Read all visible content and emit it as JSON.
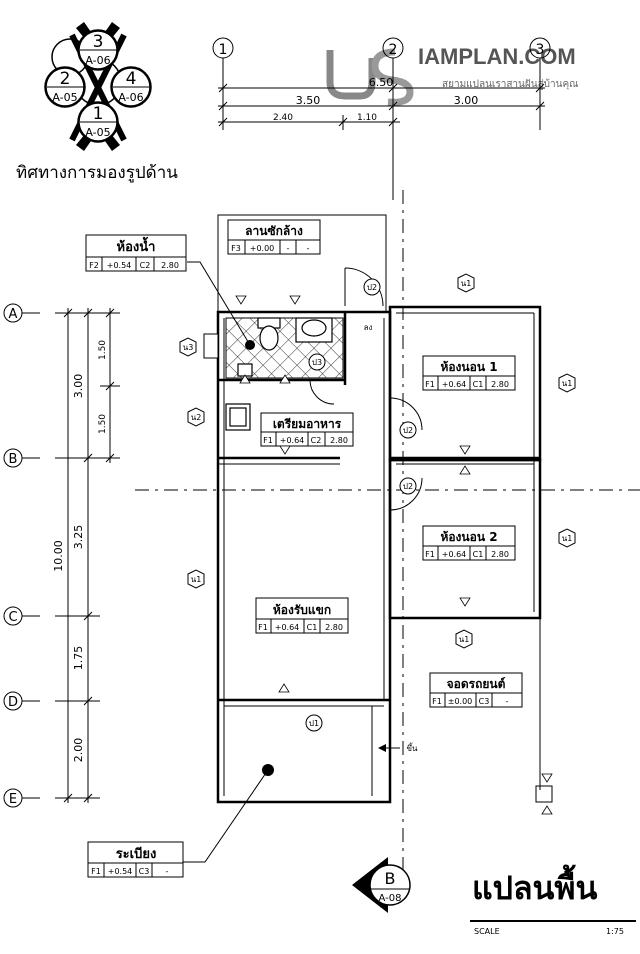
{
  "logo": {
    "brand": "IAMPLAN.COM",
    "tagline": "สยามแปลนเราสานฝันสู่บ้านคุณ"
  },
  "elevation_key": {
    "caption": "ทิศทางการมองรูปด้าน",
    "top": {
      "num": "3",
      "ref": "A-06"
    },
    "left": {
      "num": "2",
      "ref": "A-05"
    },
    "right": {
      "num": "4",
      "ref": "A-06"
    },
    "bottom": {
      "num": "1",
      "ref": "A-05"
    }
  },
  "grid_cols": [
    "1",
    "2",
    "3"
  ],
  "grid_rows": [
    "A",
    "B",
    "C",
    "D",
    "E"
  ],
  "dims_top": {
    "total": "6.50",
    "left": "3.50",
    "right": "3.00",
    "sub_a": "2.40",
    "sub_b": "1.10"
  },
  "dims_left": {
    "total": "10.00",
    "ab": "3.00",
    "ab_1": "1.50",
    "ab_2": "1.50",
    "bc": "3.25",
    "cd": "1.75",
    "de": "2.00"
  },
  "rooms": {
    "laundry": {
      "name": "ลานซักล้าง",
      "floor": "F3",
      "level": "+0.00",
      "ceil": "-",
      "height": "-"
    },
    "bath": {
      "name": "ห้องน้ำ",
      "floor": "F2",
      "level": "+0.54",
      "ceil": "C2",
      "height": "2.80"
    },
    "kitchen": {
      "name": "เตรียมอาหาร",
      "floor": "F1",
      "level": "+0.64",
      "ceil": "C2",
      "height": "2.80"
    },
    "bed1": {
      "name": "ห้องนอน 1",
      "floor": "F1",
      "level": "+0.64",
      "ceil": "C1",
      "height": "2.80"
    },
    "bed2": {
      "name": "ห้องนอน 2",
      "floor": "F1",
      "level": "+0.64",
      "ceil": "C1",
      "height": "2.80"
    },
    "living": {
      "name": "ห้องรับแขก",
      "floor": "F1",
      "level": "+0.64",
      "ceil": "C1",
      "height": "2.80"
    },
    "garage": {
      "name": "จอดรถยนต์",
      "floor": "F1",
      "level": "±0.00",
      "ceil": "C3",
      "height": "-"
    },
    "terrace": {
      "name": "ระเบียง",
      "floor": "F1",
      "level": "+0.54",
      "ceil": "C3",
      "height": "-"
    }
  },
  "tags": {
    "door_p1": "ป1",
    "door_p2": "ป2",
    "door_p3": "ป3",
    "window_n1": "น1",
    "window_n2": "น2",
    "window_n3": "น3",
    "down": "ลง",
    "up": "ขึ้น",
    "wall_1": "1",
    "wall_2": "2"
  },
  "section_marker": {
    "letter": "B",
    "ref": "A-08"
  },
  "title": {
    "text": "แปลนพื้น",
    "scale_label": "SCALE",
    "scale_value": "1:75"
  },
  "colors": {
    "line": "#000000",
    "logo": "#555555",
    "hatch": "#000000"
  }
}
